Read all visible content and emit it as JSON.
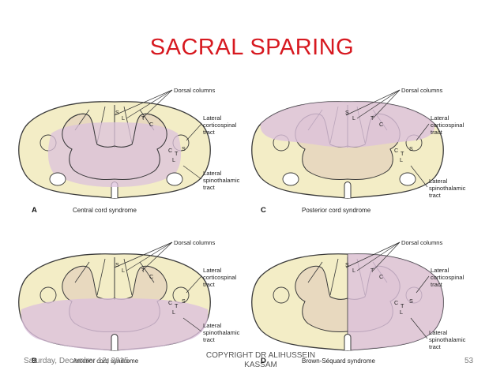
{
  "slide": {
    "title": "SACRAL SPARING",
    "footer_date": "Saturday, December 12, 2015",
    "footer_copyright": "COPYRIGHT DR ALIHUSSEIN KASSAM",
    "page_number": "53"
  },
  "labels": {
    "dorsal_columns": "Dorsal columns",
    "lateral_cst_1": "Lateral",
    "lateral_cst_2": "corticospinal",
    "lateral_cst_3": "tract",
    "lateral_stt_1": "Lateral",
    "lateral_stt_2": "spinothalamic",
    "lateral_stt_3": "tract",
    "seg_s": "S",
    "seg_l": "L",
    "seg_t": "T",
    "seg_c": "C"
  },
  "panels": [
    {
      "letter": "A",
      "caption": "Central cord syndrome"
    },
    {
      "letter": "C",
      "caption": "Posterior cord syndrome"
    },
    {
      "letter": "B",
      "caption": "Anterior cord syndrome"
    },
    {
      "letter": "D",
      "caption": "Brown-Séquard syndrome"
    }
  ],
  "colors": {
    "title": "#d71920",
    "white_matter": "#f3edc6",
    "gray_matter": "#e8d9bf",
    "lesion": "#dcc1dc",
    "outline": "#3a3a3a"
  }
}
